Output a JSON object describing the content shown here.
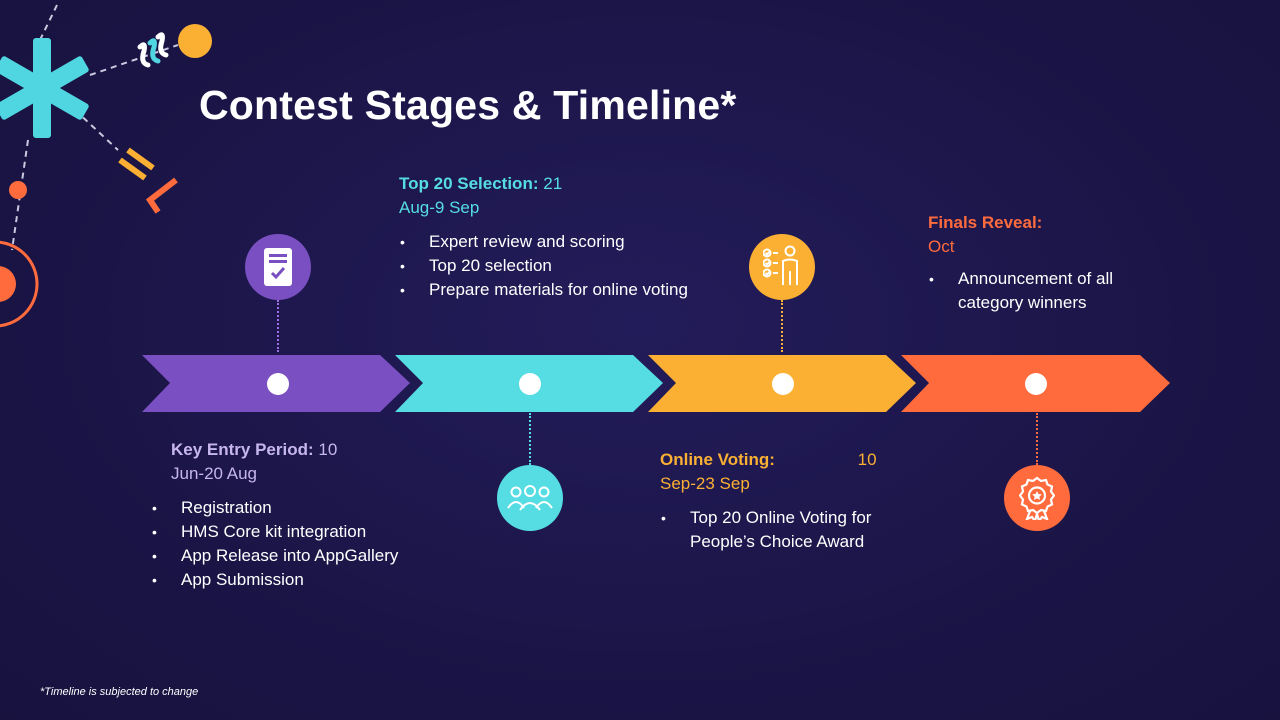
{
  "title": "Contest Stages & Timeline*",
  "colors": {
    "background": "#1b1547",
    "stage1": "#7a4fc1",
    "stage2": "#55dde3",
    "stage3": "#fbb034",
    "stage4": "#ff6b3d"
  },
  "stages": [
    {
      "heading": "Key Entry Period:",
      "date_inline": "10",
      "date_line2": "Jun-20 Aug",
      "icon": "checklist-document-icon",
      "bullets": [
        "Registration",
        "HMS Core kit integration",
        "App Release into AppGallery",
        "App Submission"
      ]
    },
    {
      "heading": "Top 20 Selection:",
      "date_inline": "21",
      "date_line2": "Aug-9 Sep",
      "icon": "group-people-icon",
      "bullets": [
        "Expert review and scoring",
        "Top 20 selection",
        "Prepare materials for online voting"
      ]
    },
    {
      "heading": "Online Voting:",
      "date_inline": "10",
      "date_line2": "Sep-23 Sep",
      "icon": "person-checklist-icon",
      "bullets": [
        "Top 20 Online Voting for People’s Choice Award"
      ]
    },
    {
      "heading": "Finals Reveal:",
      "date_inline": "",
      "date_line2": "Oct",
      "icon": "award-ribbon-icon",
      "bullets": [
        "Announcement of all category winners"
      ]
    }
  ],
  "footnote": "*Timeline  is subjected  to change"
}
